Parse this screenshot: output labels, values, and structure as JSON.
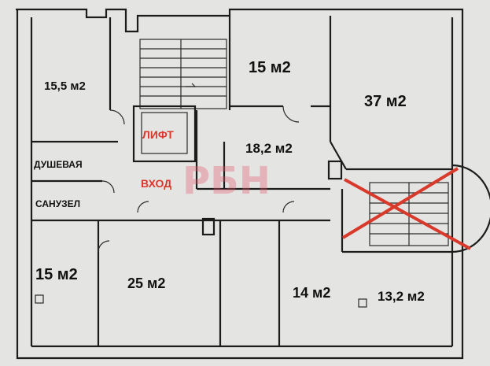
{
  "rooms": {
    "top_left": "15,5 м2",
    "top_middle": "15 м2",
    "top_right": "37 м2",
    "center": "18,2 м2",
    "bottom_left": "15 м2",
    "bottom_second": "25 м2",
    "bottom_fourth": "14 м2",
    "bottom_right": "13,2 м2"
  },
  "labels": {
    "shower": "ДУШЕВАЯ",
    "bathroom": "САНУЗЕЛ",
    "elevator": "ЛИФТ",
    "entrance": "ВХОД"
  },
  "watermark": "РБН",
  "colors": {
    "annotation": "#d8392b",
    "walls": "#1c1c1c",
    "background": "#e4e4e2"
  }
}
